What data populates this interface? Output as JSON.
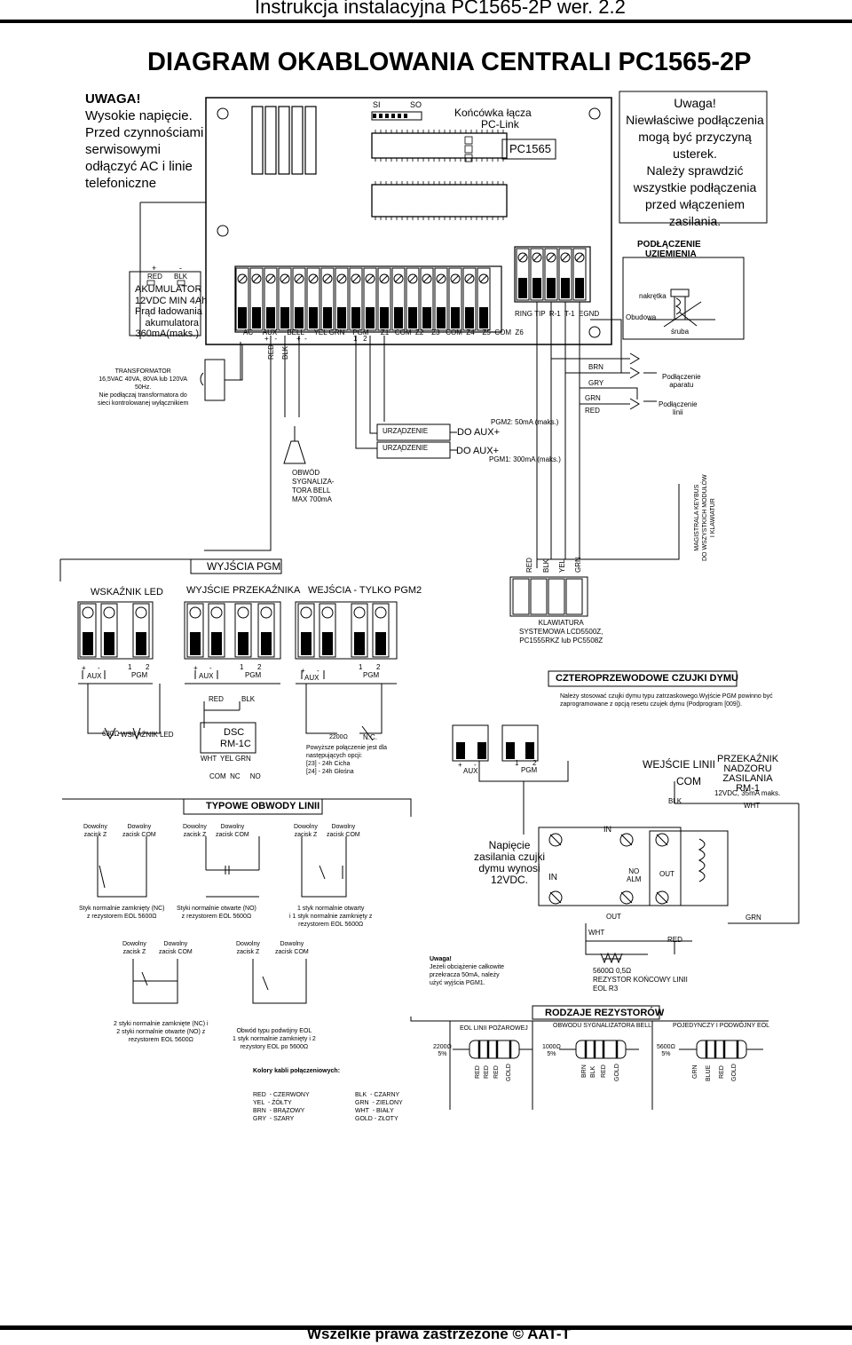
{
  "header": {
    "title": "Instrukcja instalacyjna PC1565-2P wer. 2.2"
  },
  "diagram_title": "DIAGRAM OKABLOWANIA CENTRALI PC1565-2P",
  "warning_left": [
    "UWAGA!",
    "Wysokie napięcie.",
    "Przed czynnościami",
    "serwisowymi",
    "odłączyć AC i linie",
    "telefoniczne"
  ],
  "warning_right": [
    "Uwaga!",
    "Niewłaściwe podłączenia mogą być przyczyną usterek.",
    "Należy sprawdzić wszystkie podłączenia przed włączeniem zasilania."
  ],
  "board": {
    "si": "SI",
    "so": "SO",
    "pclink": [
      "Końcówka łącza",
      "PC-Link"
    ],
    "model": "PC1565",
    "terminals": "AC     AUX     BELL     YEL GRN    PGM      Z1   COM  Z2    Z3   COM  Z4    Z5  COM  Z6",
    "aux_pm": "+   -",
    "bell_pm": "+  -",
    "pgm_12": "1   2",
    "phone_terms": "RING TIP  R-1  T-1  EGND"
  },
  "battery": {
    "plus": "+",
    "minus": "-",
    "red": "RED",
    "blk": "BLK",
    "lines": [
      "AKUMULATOR",
      "12VDC MIN 4Ah",
      "Prąd ładowania",
      "akumulatora",
      "360mA(maks.)"
    ]
  },
  "ground": {
    "title": [
      "PODŁĄCZENIE",
      "UZIEMIENIA"
    ],
    "nut": "nakrętka",
    "case": "Obudowa",
    "screw": "śruba"
  },
  "transformer": [
    "TRANSFORMATOR",
    "16,5VAC 40VA, 80VA lub 120VA",
    "50Hz.",
    "Nie podłączaj transformatora do",
    "sieci kontrolowanej wyłącznikiem"
  ],
  "wires": {
    "red": "RED",
    "blk": "BLK",
    "brn": "BRN",
    "gry": "GRY",
    "grn": "GRN",
    "yel": "YEL"
  },
  "phone": {
    "aparat": [
      "Podłączenie",
      "aparatu"
    ],
    "linia": [
      "Podłączenie",
      "linii"
    ]
  },
  "devices": {
    "dev": "URZĄDZENIE",
    "do_aux": "DO AUX+",
    "pgm2": "PGM2:  50mA (maks.)",
    "pgm1": "PGM1:  300mA (maks.)"
  },
  "bell_circuit": [
    "OBWÓD",
    "SYGNALIZA-",
    "TORA BELL",
    "MAX 700mA"
  ],
  "keybus": [
    "MAGISTRALA KEYBUS",
    "DO WSZYSTKICH MODUŁÓW",
    "I KLAWIATUR"
  ],
  "pgm_outputs": "WYJŚCIA PGM",
  "led_indicator": "WSKAŹNIK LED",
  "relay_output": "WYJŚCIE PRZEKAŹNIKA",
  "pgm2_only": "WEJŚCIA - TYLKO PGM2",
  "keypad": [
    "KLAWIATURA",
    "SYSTEMOWA LCD5500Z,",
    "PC1555RKZ lub PC5508Z"
  ],
  "term_aux": "AUX",
  "term_pgm": "PGM",
  "term_12": "1       2",
  "pm": "+      -",
  "led_row": {
    "res": "680Ω",
    "label": "WSKAŹNIK LED"
  },
  "relay": {
    "red": "RED",
    "blk": "BLK",
    "dsc": "DSC",
    "rm": "RM-1C",
    "wht": "WHT",
    "yel_grn": "YEL GRN",
    "com_nc_no": "COM  NC     NO"
  },
  "pgm2_input": {
    "res": "2200Ω",
    "nc": "N.C.",
    "lines": [
      "Powyższe połączenie jest dla",
      "następujących opcji:",
      "[23] - 24h Cicha",
      "[24] - 24h Głośna"
    ]
  },
  "smoke": {
    "title": "CZTEROPRZEWODOWE CZUJKI DYMU",
    "note": [
      "Należy stosować czujki dymu typu zatrzaskowego.Wyjście PGM powinno być",
      "zaprogramowane z opcją resetu czujek dymu (Podprogram [009])."
    ],
    "zone_in": "WEJŚCIE LINII",
    "com": "COM",
    "blk": "BLK",
    "relay": [
      "PRZEKAŹNIK",
      "NADZORU",
      "ZASILANIA",
      "RM-1"
    ],
    "relay_spec": "12VDC, 35mA  maks.",
    "wht": "WHT",
    "supply": [
      "Napięcie",
      "zasilania czujki",
      "dymu wynosi",
      "12VDC."
    ],
    "in": "IN",
    "no_alm": [
      "NO",
      "ALM"
    ],
    "out": "OUT",
    "grn": "GRN",
    "red": "RED",
    "eol": [
      "5600Ω 0,5Ω",
      "REZYSTOR KOŃCOWY LINII",
      "EOL R3"
    ]
  },
  "typical": {
    "title": "TYPOWE OBWODY LINII",
    "any_z": [
      "Dowolny",
      "zacisk Z"
    ],
    "any_com": [
      "Dowolny",
      "zacisk COM"
    ],
    "nc_caption": [
      "Styk normalnie zamknięty (NC)",
      "z rezystorem EOL 5600Ω"
    ],
    "no_caption": [
      "Styki normalnie otwarte (NO)",
      "z rezystorem EOL 5600Ω"
    ],
    "mix_caption": [
      "1 styk normalnie otwarty",
      "i 1 styk normalnie zamknięty z",
      "rezystorem EOL 5600Ω"
    ],
    "dnc_caption": [
      "2 styki normalnie zamknięte (NC) i",
      "2 styki normalnie otwarte (NO) z",
      "rezystorem EOL 5600Ω"
    ],
    "deol_caption": [
      "Obwód typu podwójny EOL",
      "1 styk normalnie zamknięty i 2",
      "rezystory EOL po 5600Ω"
    ]
  },
  "warning_small": [
    "Uwaga!",
    "Jeżeli obciążenie całkowite",
    "przekracza 50mA, należy",
    "użyć wyjścia PGM1."
  ],
  "colors_legend": {
    "title": "Kolory kabli połączeniowych:",
    "left": [
      "RED  - CZERWONY",
      "YEL  - ŻÓŁTY",
      "BRN  - BRĄZOWY",
      "GRY  - SZARY"
    ],
    "right": [
      "BLK  - CZARNY",
      "GRN  - ZIELONY",
      "WHT  - BIAŁY",
      "GOLD - ZŁOTY"
    ]
  },
  "resistors": {
    "title": "RODZAJE REZYSTORÓW",
    "eol_fire": "EOL LINII POŻAROWEJ",
    "bell_circ": "OBWODU SYGNALIZATORA BELL",
    "single_double": "POJEDYNCZY I PODWÓJNY EOL",
    "r1": [
      "2200Ω",
      "5%"
    ],
    "r2": [
      "1000Ω",
      "5%"
    ],
    "r3": [
      "5600Ω",
      "5%"
    ],
    "bands1": [
      "RED",
      "RED",
      "RED",
      "GOLD"
    ],
    "bands2": [
      "BRN",
      "BLK",
      "RED",
      "GOLD"
    ],
    "bands3": [
      "GRN",
      "BLUE",
      "RED",
      "GOLD"
    ]
  },
  "footer": "Wszelkie prawa zastrzeżone © AAT-T"
}
